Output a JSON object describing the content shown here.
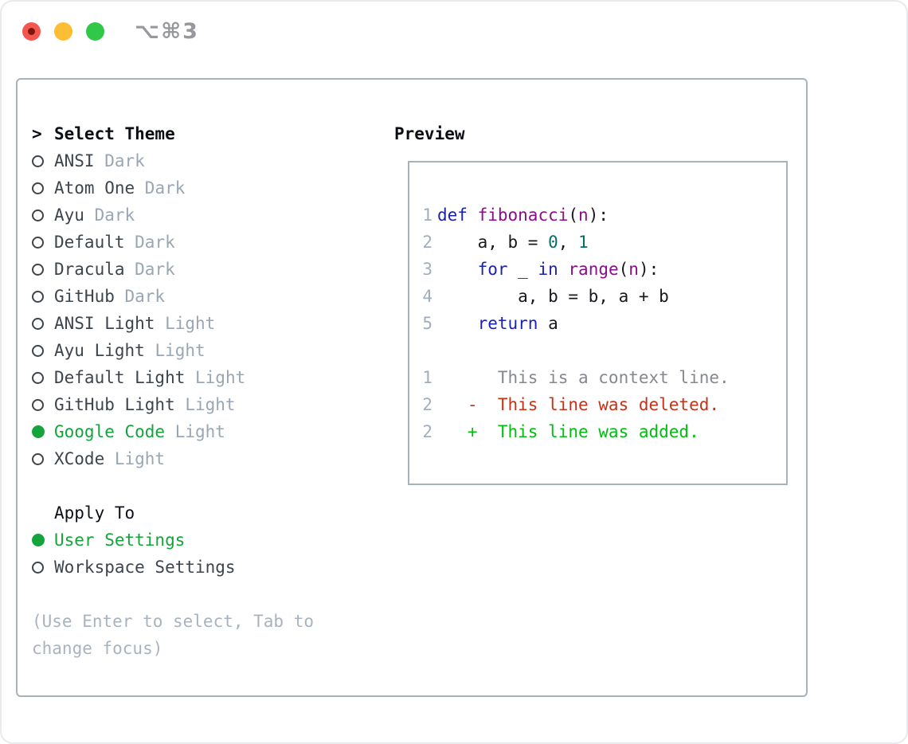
{
  "titlebar": {
    "shortcut": "⌥⌘3"
  },
  "theme_panel": {
    "header_marker": ">",
    "header_label": "Select Theme",
    "themes": [
      {
        "name": "ANSI",
        "variant": "Dark",
        "selected": false
      },
      {
        "name": "Atom One",
        "variant": "Dark",
        "selected": false
      },
      {
        "name": "Ayu",
        "variant": "Dark",
        "selected": false
      },
      {
        "name": "Default",
        "variant": "Dark",
        "selected": false
      },
      {
        "name": "Dracula",
        "variant": "Dark",
        "selected": false
      },
      {
        "name": "GitHub",
        "variant": "Dark",
        "selected": false
      },
      {
        "name": "ANSI Light",
        "variant": "Light",
        "selected": false
      },
      {
        "name": "Ayu Light",
        "variant": "Light",
        "selected": false
      },
      {
        "name": "Default Light",
        "variant": "Light",
        "selected": false
      },
      {
        "name": "GitHub Light",
        "variant": "Light",
        "selected": false
      },
      {
        "name": "Google Code",
        "variant": "Light",
        "selected": true
      },
      {
        "name": "XCode",
        "variant": "Light",
        "selected": false
      }
    ],
    "apply_to_label": "Apply To",
    "apply_options": [
      {
        "name": "User Settings",
        "selected": true
      },
      {
        "name": "Workspace Settings",
        "selected": false
      }
    ],
    "hint": "(Use Enter to select, Tab to change focus)"
  },
  "preview": {
    "title": "Preview",
    "code_lines": [
      {
        "num": "1",
        "segments": [
          [
            "kw",
            "def"
          ],
          [
            "pln",
            " "
          ],
          [
            "fn",
            "fibonacci"
          ],
          [
            "pln",
            "("
          ],
          [
            "fn",
            "n"
          ],
          [
            "pln",
            "):"
          ]
        ]
      },
      {
        "num": "2",
        "segments": [
          [
            "pln",
            "    a, b = "
          ],
          [
            "num",
            "0"
          ],
          [
            "pln",
            ", "
          ],
          [
            "num",
            "1"
          ]
        ]
      },
      {
        "num": "3",
        "segments": [
          [
            "pln",
            "    "
          ],
          [
            "kw",
            "for"
          ],
          [
            "pln",
            " _ "
          ],
          [
            "kw",
            "in"
          ],
          [
            "pln",
            " "
          ],
          [
            "fn",
            "range"
          ],
          [
            "pln",
            "("
          ],
          [
            "fn",
            "n"
          ],
          [
            "pln",
            "):"
          ]
        ]
      },
      {
        "num": "4",
        "segments": [
          [
            "pln",
            "        a, b = b, a + b"
          ]
        ]
      },
      {
        "num": "5",
        "segments": [
          [
            "pln",
            "    "
          ],
          [
            "kw",
            "return"
          ],
          [
            "pln",
            " a"
          ]
        ]
      }
    ],
    "diff_lines": [
      {
        "num": "1",
        "type": "context",
        "text": "      This is a context line."
      },
      {
        "num": "2",
        "type": "deleted",
        "text": "   -  This line was deleted."
      },
      {
        "num": "2",
        "type": "added",
        "text": "   +  This line was added."
      }
    ]
  },
  "colors": {
    "accent_green": "#15a33c",
    "keyword_blue": "#1c22ad",
    "function_purple": "#8a0d8a",
    "number_teal": "#0b6b6b",
    "plain_code": "#17191d",
    "line_number_gray": "#a3aebc",
    "context_gray": "#85898e",
    "deleted_red": "#c23318",
    "added_green": "#00bd10",
    "item_text": "#3d444c",
    "variant_gray": "#9aa6b3",
    "hint_gray": "#a9b3bf",
    "border_gray": "#a9b2ba",
    "traffic_red": "#f4554e",
    "traffic_yellow": "#fcbe32",
    "traffic_green": "#31c748"
  }
}
